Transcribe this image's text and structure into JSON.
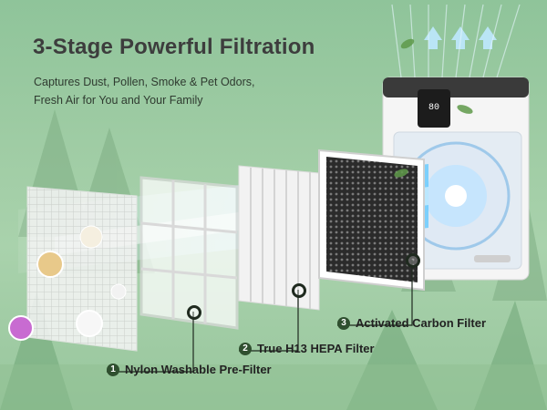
{
  "hero": {
    "title": "3-Stage Powerful Filtration",
    "subtitle_line1": "Captures Dust, Pollen, Smoke & Pet Odors,",
    "subtitle_line2": "Fresh Air for You and Your Family"
  },
  "filters": [
    {
      "number": "1",
      "label": "Nylon Washable Pre-Filter"
    },
    {
      "number": "2",
      "label": "True H13 HEPA Filter"
    },
    {
      "number": "3",
      "label": "Activated Carbon Filter"
    }
  ],
  "purifier": {
    "display_value": "80"
  },
  "icons": [
    "airflow-arrow-icon",
    "dust-particle-icon",
    "pollen-icon",
    "pet-hair-icon",
    "flower-icon",
    "leaf-icon",
    "fan-icon"
  ],
  "colors": {
    "background": "#9fcca4",
    "callout_dot": "#1f2a1f",
    "title": "#3d3d3d",
    "airflow": "#7fd3ff"
  }
}
